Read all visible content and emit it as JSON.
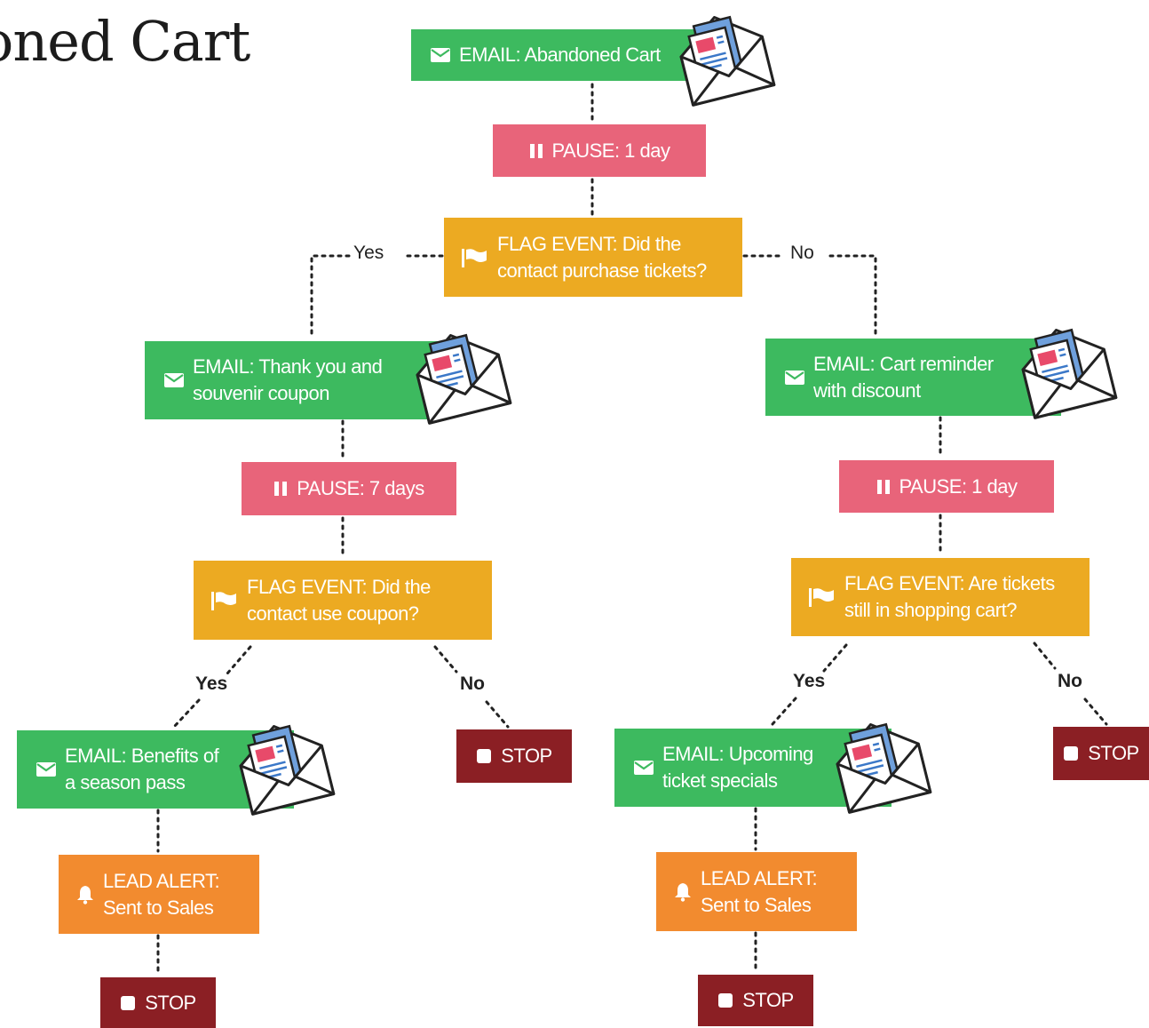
{
  "title": "oned Cart",
  "colors": {
    "email": "#3dba5f",
    "pause": "#e8647a",
    "flag": "#ecaa22",
    "lead": "#f28b2f",
    "stop": "#8b1f24"
  },
  "nodes": {
    "email_abandoned": {
      "l1": "EMAIL: Abandoned Cart",
      "icon": "envelope-icon"
    },
    "pause_1": {
      "l1": "PAUSE: 1 day",
      "icon": "pause-icon"
    },
    "flag_purchase": {
      "l1": "FLAG EVENT: Did the",
      "l2": "contact purchase tickets?",
      "icon": "flag-icon"
    },
    "email_thankyou": {
      "l1": "EMAIL: Thank you and",
      "l2": "souvenir coupon",
      "icon": "envelope-icon"
    },
    "pause_7": {
      "l1": "PAUSE: 7 days",
      "icon": "pause-icon"
    },
    "flag_coupon": {
      "l1": "FLAG EVENT: Did the",
      "l2": "contact use coupon?",
      "icon": "flag-icon"
    },
    "email_benefits": {
      "l1": "EMAIL: Benefits of",
      "l2": "a season pass",
      "icon": "envelope-icon"
    },
    "stop_coupon_no": {
      "l1": "STOP",
      "icon": "stop-icon"
    },
    "lead_left": {
      "l1": "LEAD ALERT:",
      "l2": "Sent to Sales",
      "icon": "bell-icon"
    },
    "stop_left_bottom": {
      "l1": "STOP",
      "icon": "stop-icon"
    },
    "email_reminder": {
      "l1": "EMAIL: Cart reminder",
      "l2": "with discount",
      "icon": "envelope-icon"
    },
    "pause_right": {
      "l1": "PAUSE: 1 day",
      "icon": "pause-icon"
    },
    "flag_cart": {
      "l1": "FLAG EVENT: Are tickets",
      "l2": "still in shopping cart?",
      "icon": "flag-icon"
    },
    "email_upcoming": {
      "l1": "EMAIL: Upcoming",
      "l2": "ticket specials",
      "icon": "envelope-icon"
    },
    "stop_cart_no": {
      "l1": "STOP",
      "icon": "stop-icon"
    },
    "lead_right": {
      "l1": "LEAD ALERT:",
      "l2": "Sent to Sales",
      "icon": "bell-icon"
    },
    "stop_right_bottom": {
      "l1": "STOP",
      "icon": "stop-icon"
    }
  },
  "labels": {
    "top_yes": "Yes",
    "top_no": "No",
    "left_yes": "Yes",
    "left_no": "No",
    "right_yes": "Yes",
    "right_no": "No"
  }
}
